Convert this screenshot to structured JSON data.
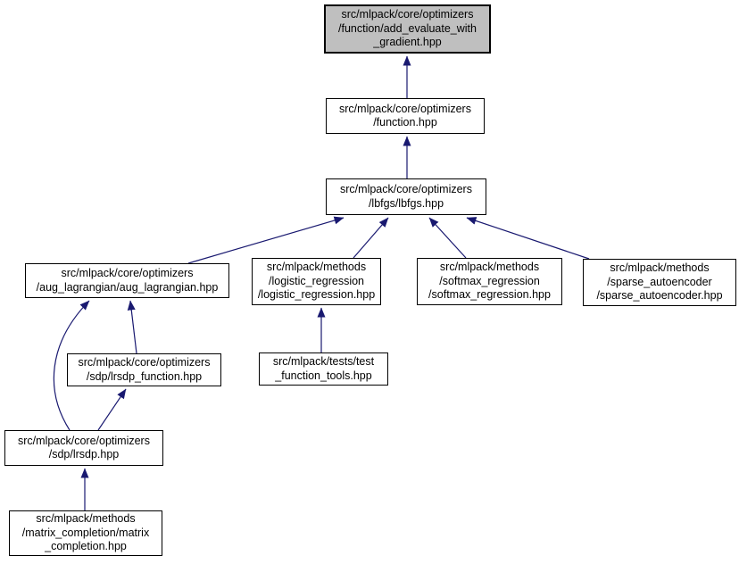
{
  "diagram": {
    "type": "include-dependency-graph",
    "edge_color": "#191970",
    "node_border_color": "#000000",
    "node_fill": "#ffffff",
    "highlight_fill": "#bfbfbf",
    "text_color": "#000000",
    "nodes": [
      {
        "id": "add-evaluate-with-gradient",
        "label": "src/mlpack/core/optimizers/function/add_evaluate_with_gradient.hpp",
        "lines": [
          "src/mlpack/core/optimizers",
          "/function/add_evaluate_with",
          "_gradient.hpp"
        ],
        "highlighted": true
      },
      {
        "id": "function",
        "label": "src/mlpack/core/optimizers/function.hpp",
        "lines": [
          "src/mlpack/core/optimizers",
          "/function.hpp"
        ],
        "highlighted": false
      },
      {
        "id": "lbfgs",
        "label": "src/mlpack/core/optimizers/lbfgs/lbfgs.hpp",
        "lines": [
          "src/mlpack/core/optimizers",
          "/lbfgs/lbfgs.hpp"
        ],
        "highlighted": false
      },
      {
        "id": "aug-lagrangian",
        "label": "src/mlpack/core/optimizers/aug_lagrangian/aug_lagrangian.hpp",
        "lines": [
          "src/mlpack/core/optimizers",
          "/aug_lagrangian/aug_lagrangian.hpp"
        ],
        "highlighted": false
      },
      {
        "id": "logistic-regression",
        "label": "src/mlpack/methods/logistic_regression/logistic_regression.hpp",
        "lines": [
          "src/mlpack/methods",
          "/logistic_regression",
          "/logistic_regression.hpp"
        ],
        "highlighted": false
      },
      {
        "id": "softmax-regression",
        "label": "src/mlpack/methods/softmax_regression/softmax_regression.hpp",
        "lines": [
          "src/mlpack/methods",
          "/softmax_regression",
          "/softmax_regression.hpp"
        ],
        "highlighted": false
      },
      {
        "id": "sparse-autoencoder",
        "label": "src/mlpack/methods/sparse_autoencoder/sparse_autoencoder.hpp",
        "lines": [
          "src/mlpack/methods",
          "/sparse_autoencoder",
          "/sparse_autoencoder.hpp"
        ],
        "highlighted": false
      },
      {
        "id": "lrsdp-function",
        "label": "src/mlpack/core/optimizers/sdp/lrsdp_function.hpp",
        "lines": [
          "src/mlpack/core/optimizers",
          "/sdp/lrsdp_function.hpp"
        ],
        "highlighted": false
      },
      {
        "id": "test-function-tools",
        "label": "src/mlpack/tests/test_function_tools.hpp",
        "lines": [
          "src/mlpack/tests/test",
          "_function_tools.hpp"
        ],
        "highlighted": false
      },
      {
        "id": "lrsdp",
        "label": "src/mlpack/core/optimizers/sdp/lrsdp.hpp",
        "lines": [
          "src/mlpack/core/optimizers",
          "/sdp/lrsdp.hpp"
        ],
        "highlighted": false
      },
      {
        "id": "matrix-completion",
        "label": "src/mlpack/methods/matrix_completion/matrix_completion.hpp",
        "lines": [
          "src/mlpack/methods",
          "/matrix_completion/matrix",
          "_completion.hpp"
        ],
        "highlighted": false
      }
    ],
    "edges": [
      {
        "from": "function",
        "to": "add-evaluate-with-gradient"
      },
      {
        "from": "lbfgs",
        "to": "function"
      },
      {
        "from": "aug-lagrangian",
        "to": "lbfgs"
      },
      {
        "from": "logistic-regression",
        "to": "lbfgs"
      },
      {
        "from": "softmax-regression",
        "to": "lbfgs"
      },
      {
        "from": "sparse-autoencoder",
        "to": "lbfgs"
      },
      {
        "from": "lrsdp-function",
        "to": "aug-lagrangian"
      },
      {
        "from": "lrsdp",
        "to": "aug-lagrangian"
      },
      {
        "from": "lrsdp",
        "to": "lrsdp-function"
      },
      {
        "from": "test-function-tools",
        "to": "logistic-regression"
      },
      {
        "from": "matrix-completion",
        "to": "lrsdp"
      }
    ]
  }
}
